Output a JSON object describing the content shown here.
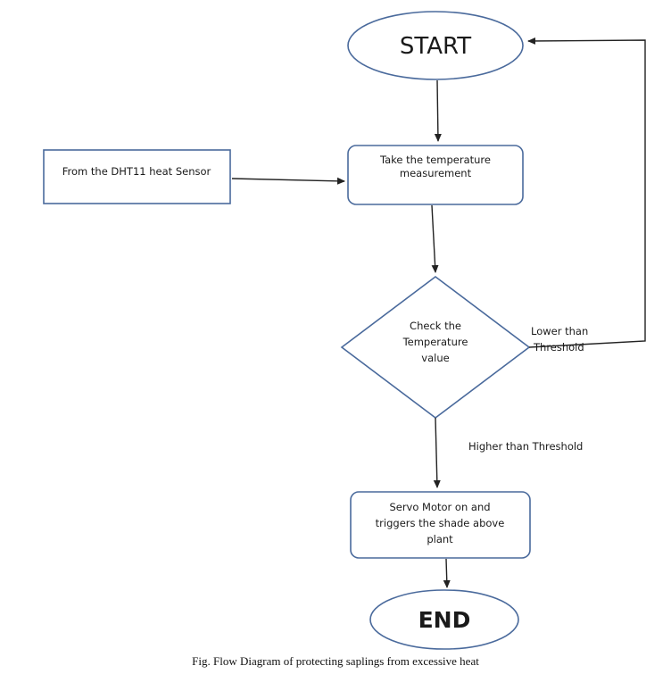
{
  "diagram": {
    "nodes": {
      "start": {
        "label": "START"
      },
      "sensor": {
        "label": "From the DHT11 heat Sensor"
      },
      "measure": {
        "line1": "Take the temperature",
        "line2": "measurement"
      },
      "check": {
        "line1": "Check the",
        "line2": "Temperature",
        "line3": "value"
      },
      "servo": {
        "line1": "Servo Motor on and",
        "line2": "triggers the shade above",
        "line3": "plant"
      },
      "end": {
        "label": "END"
      }
    },
    "edges": {
      "lower": {
        "line1": "Lower than",
        "line2": "Threshold"
      },
      "higher": {
        "label": "Higher than Threshold"
      }
    },
    "caption": "Fig. Flow Diagram of protecting saplings from excessive heat"
  },
  "colors": {
    "shape_stroke": "#4a6a9c",
    "edge": "#222222"
  }
}
